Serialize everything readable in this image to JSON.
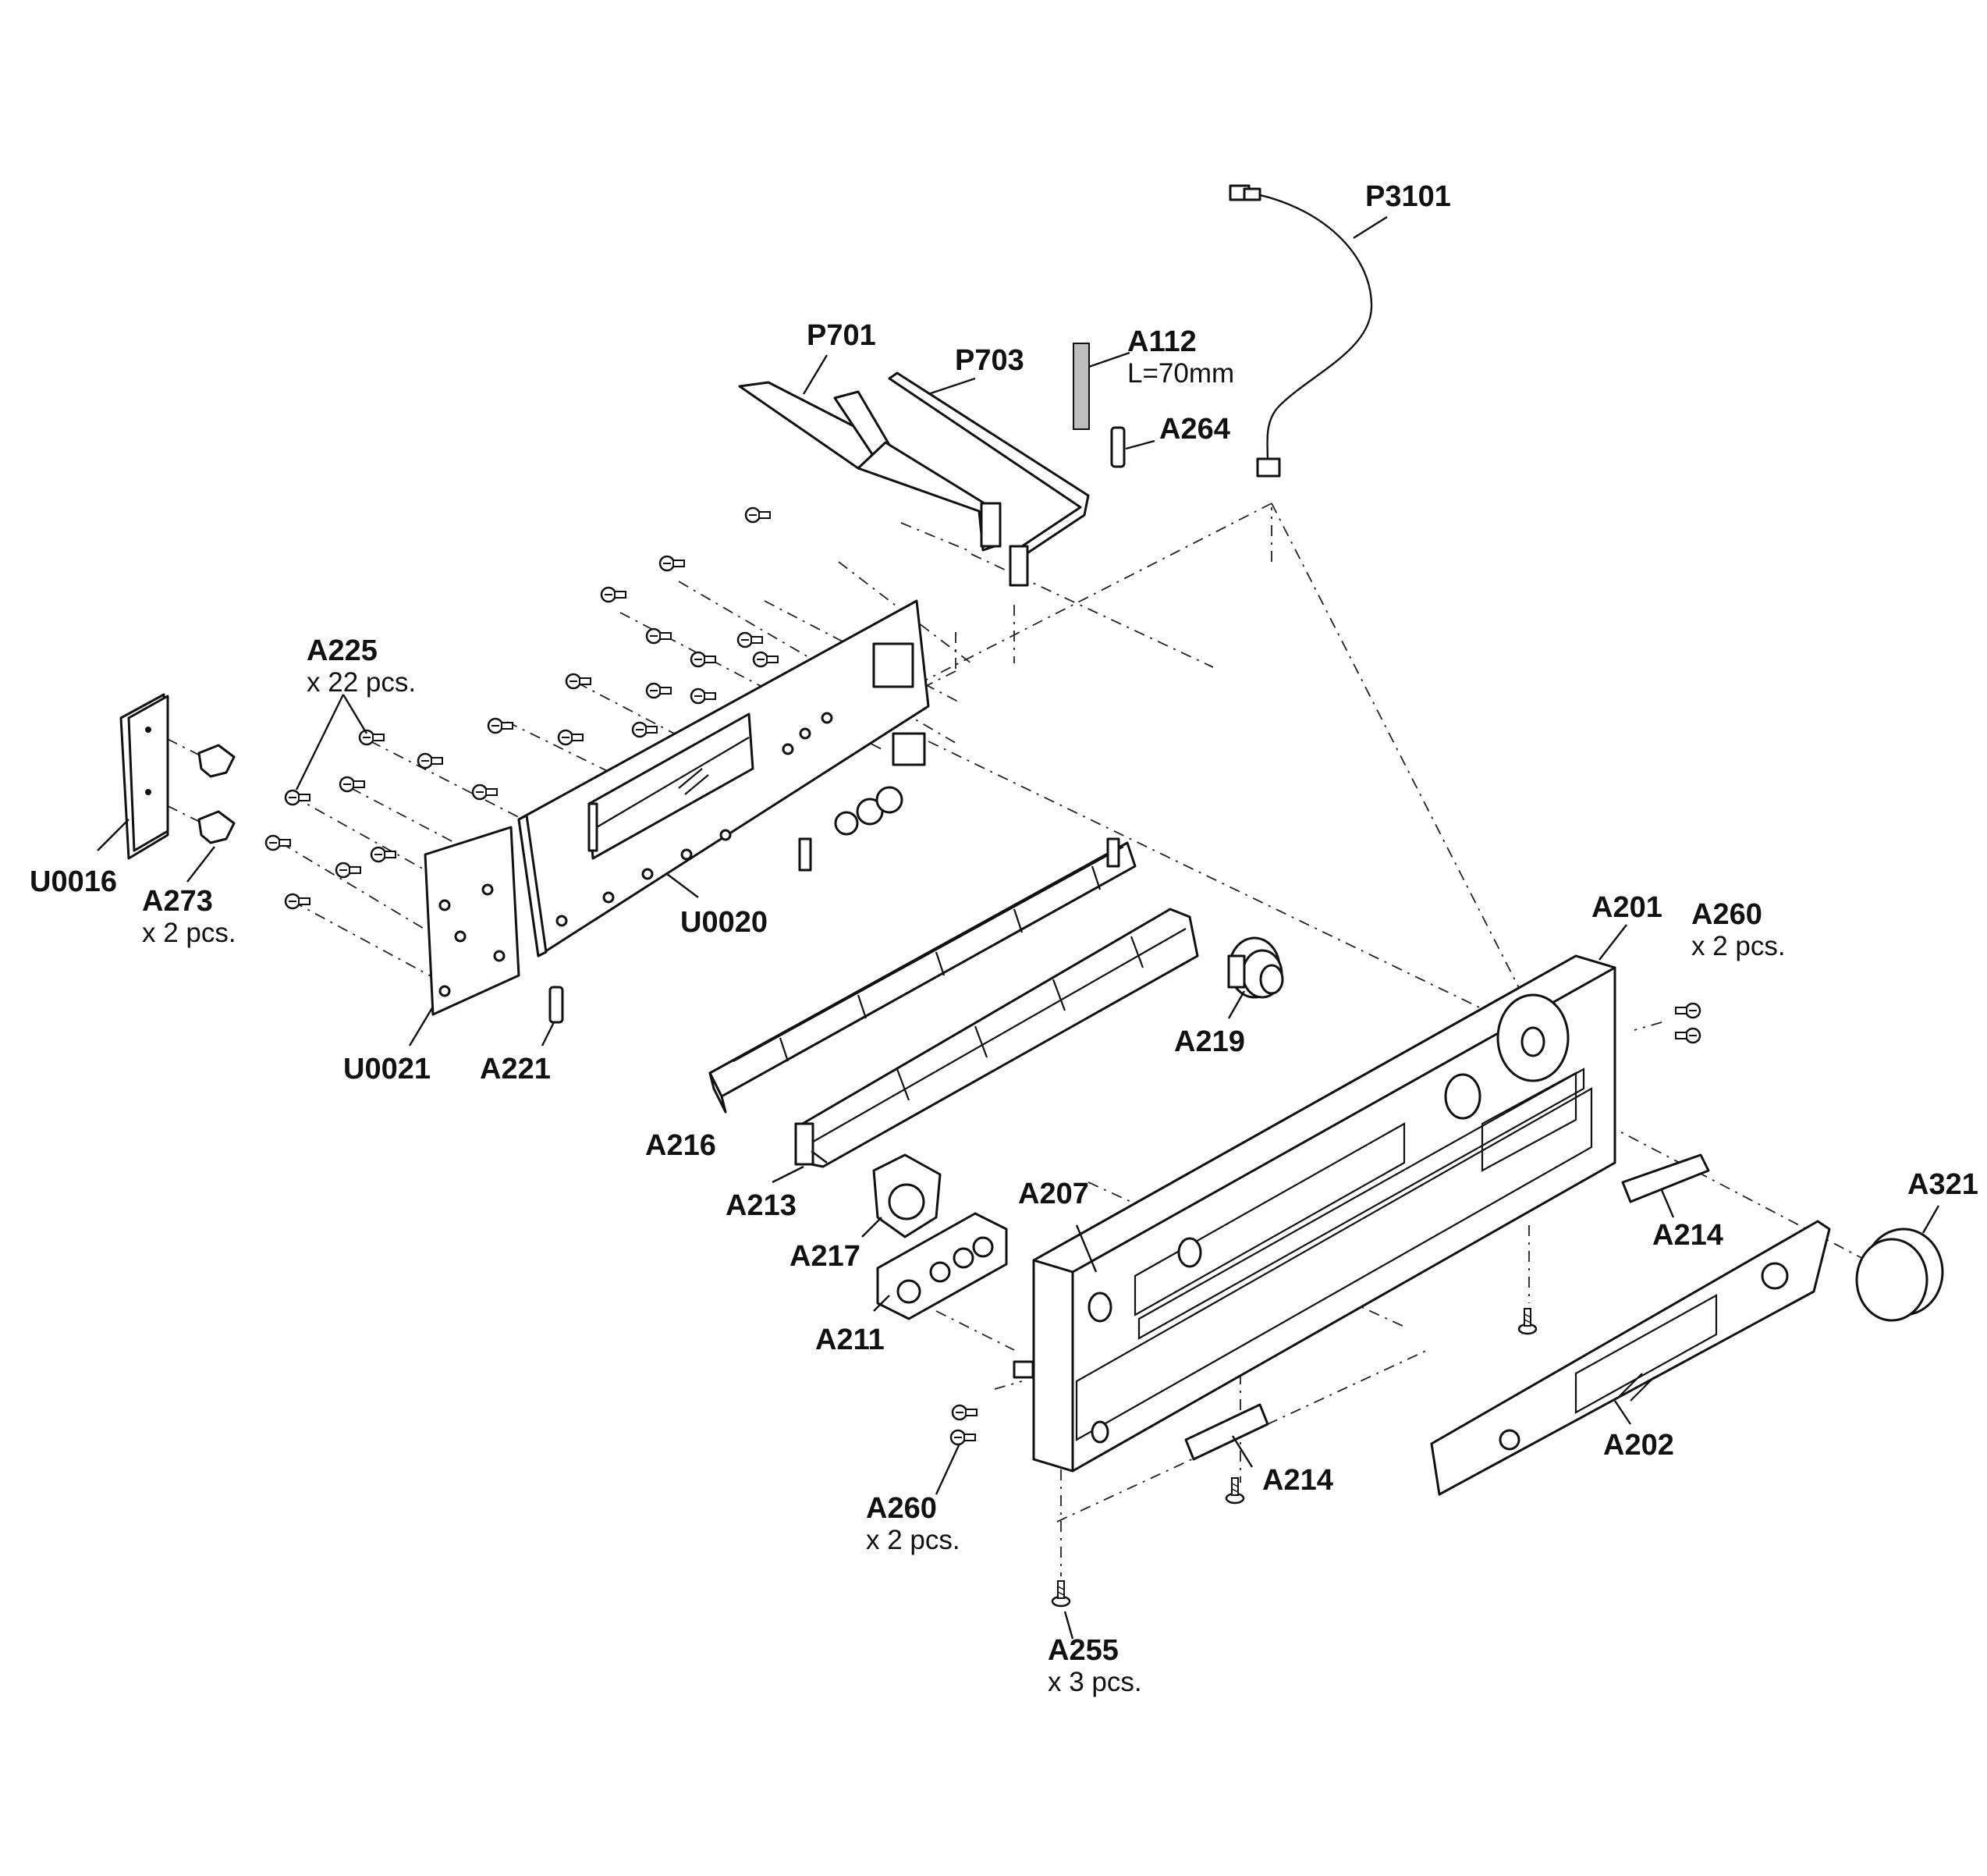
{
  "parts": {
    "p3101": {
      "code": "P3101"
    },
    "p701": {
      "code": "P701"
    },
    "p703": {
      "code": "P703"
    },
    "a112": {
      "code": "A112",
      "note": "L=70mm"
    },
    "a264": {
      "code": "A264"
    },
    "a225": {
      "code": "A225",
      "note": "x 22 pcs."
    },
    "u0016": {
      "code": "U0016"
    },
    "a273": {
      "code": "A273",
      "note": "x 2 pcs."
    },
    "u0020": {
      "code": "U0020"
    },
    "u0021": {
      "code": "U0021"
    },
    "a221": {
      "code": "A221"
    },
    "a201": {
      "code": "A201"
    },
    "a260_right": {
      "code": "A260",
      "note": "x 2 pcs."
    },
    "a219": {
      "code": "A219"
    },
    "a216": {
      "code": "A216"
    },
    "a213": {
      "code": "A213"
    },
    "a207": {
      "code": "A207"
    },
    "a217": {
      "code": "A217"
    },
    "a211": {
      "code": "A211"
    },
    "a321": {
      "code": "A321"
    },
    "a214_right": {
      "code": "A214"
    },
    "a214_bottom": {
      "code": "A214"
    },
    "a202": {
      "code": "A202"
    },
    "a260_left": {
      "code": "A260",
      "note": "x 2 pcs."
    },
    "a255": {
      "code": "A255",
      "note": "x 3 pcs."
    }
  }
}
